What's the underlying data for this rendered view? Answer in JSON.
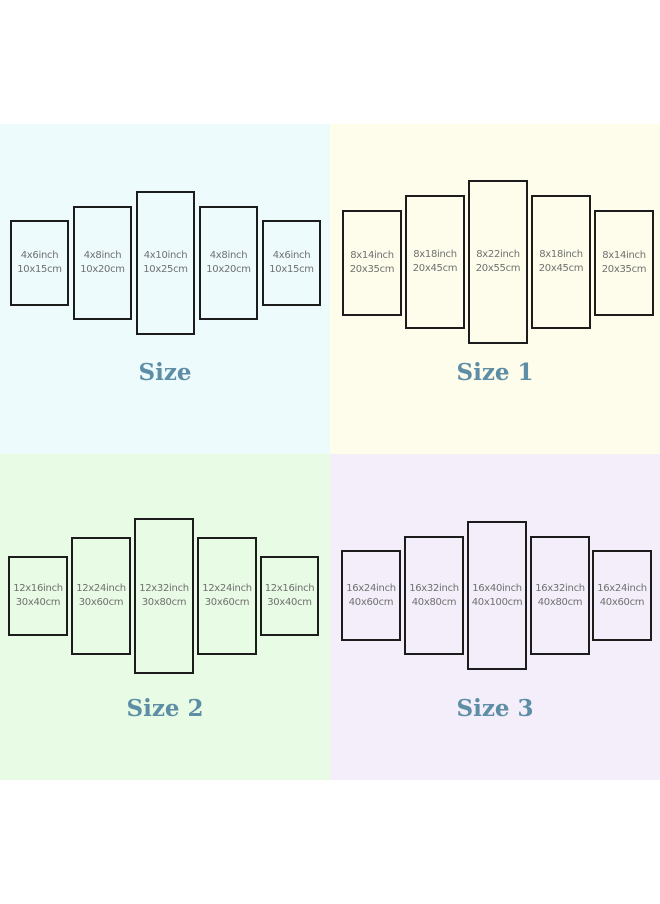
{
  "colors": {
    "page_background": "#ffffff",
    "quadrant_backgrounds": [
      "#eefbfd",
      "#fefdec",
      "#e8fbe4",
      "#f3eef9"
    ],
    "title_color": "#5d8ea6",
    "panel_border": "#1c1c1c",
    "panel_text": "#707070"
  },
  "sizes": [
    {
      "title": "Size",
      "panels": [
        {
          "inches": "4x6inch",
          "cm": "10x15cm"
        },
        {
          "inches": "4x8inch",
          "cm": "10x20cm"
        },
        {
          "inches": "4x10inch",
          "cm": "10x25cm"
        },
        {
          "inches": "4x8inch",
          "cm": "10x20cm"
        },
        {
          "inches": "4x6inch",
          "cm": "10x15cm"
        }
      ]
    },
    {
      "title": "Size 1",
      "panels": [
        {
          "inches": "8x14inch",
          "cm": "20x35cm"
        },
        {
          "inches": "8x18inch",
          "cm": "20x45cm"
        },
        {
          "inches": "8x22inch",
          "cm": "20x55cm"
        },
        {
          "inches": "8x18inch",
          "cm": "20x45cm"
        },
        {
          "inches": "8x14inch",
          "cm": "20x35cm"
        }
      ]
    },
    {
      "title": "Size 2",
      "panels": [
        {
          "inches": "12x16inch",
          "cm": "30x40cm"
        },
        {
          "inches": "12x24inch",
          "cm": "30x60cm"
        },
        {
          "inches": "12x32inch",
          "cm": "30x80cm"
        },
        {
          "inches": "12x24inch",
          "cm": "30x60cm"
        },
        {
          "inches": "12x16inch",
          "cm": "30x40cm"
        }
      ]
    },
    {
      "title": "Size 3",
      "panels": [
        {
          "inches": "16x24inch",
          "cm": "40x60cm"
        },
        {
          "inches": "16x32inch",
          "cm": "40x80cm"
        },
        {
          "inches": "16x40inch",
          "cm": "40x100cm"
        },
        {
          "inches": "16x32inch",
          "cm": "40x80cm"
        },
        {
          "inches": "16x24inch",
          "cm": "40x60cm"
        }
      ]
    }
  ]
}
